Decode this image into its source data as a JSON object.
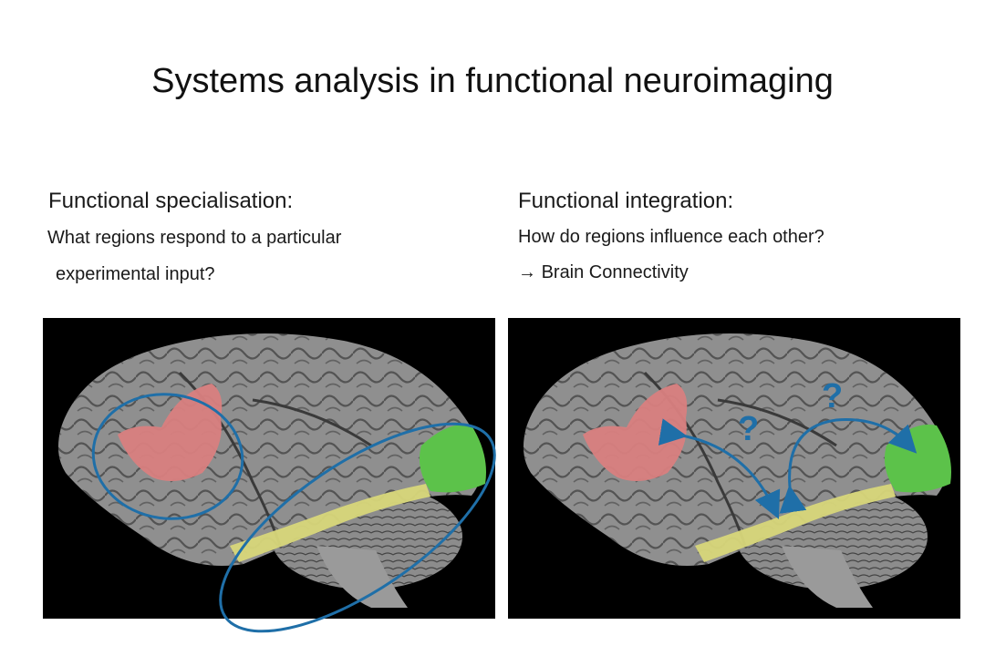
{
  "slide": {
    "title": "Systems analysis in functional neuroimaging"
  },
  "left_column": {
    "heading": "Functional specialisation:",
    "line1": "What regions respond to a particular",
    "line2": "experimental input?"
  },
  "right_column": {
    "heading": "Functional integration:",
    "line1": "How do regions influence each other?",
    "arrow_glyph": "→",
    "line2": "Brain Connectivity"
  },
  "right_image": {
    "question_mark_1": "?",
    "question_mark_2": "?"
  },
  "colors": {
    "background": "#000000",
    "cortex": "#8f8f8f",
    "frontal_region": "#d98080",
    "temporal_region": "#d8d77a",
    "occipital_region": "#5cc24a",
    "annotation_blue": "#1f6fa8"
  }
}
